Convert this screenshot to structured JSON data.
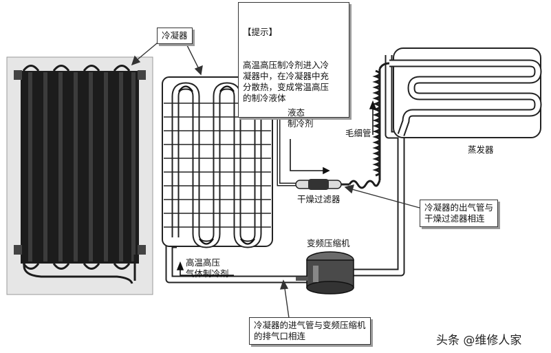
{
  "callouts": {
    "condenser": "冷凝器",
    "tip_title": "【提示】",
    "tip_body": "高温高压制冷剂进入冷\n凝器中，在冷凝器中充\n分散热，变成常温高压\n的制冷液体",
    "outlet_note": "冷凝器的出气管与\n干燥过滤器相连",
    "inlet_note": "冷凝器的进气管与变频压缩机\n的排气口相连"
  },
  "labels": {
    "liquid_refrigerant": "液态\n制冷剂",
    "capillary": "毛细管",
    "evaporator": "蒸发器",
    "dryer_filter": "干燥过滤器",
    "compressor": "变频压缩机",
    "hot_gas": "高温高压\n气体制冷剂"
  },
  "watermark": {
    "text": "头条 @维修人家"
  },
  "colors": {
    "pipe_fill": "#ffffff",
    "pipe_outline": "#222222",
    "photo_bg": "#e6e6e6",
    "coil_dark": "#1c1c1c"
  }
}
